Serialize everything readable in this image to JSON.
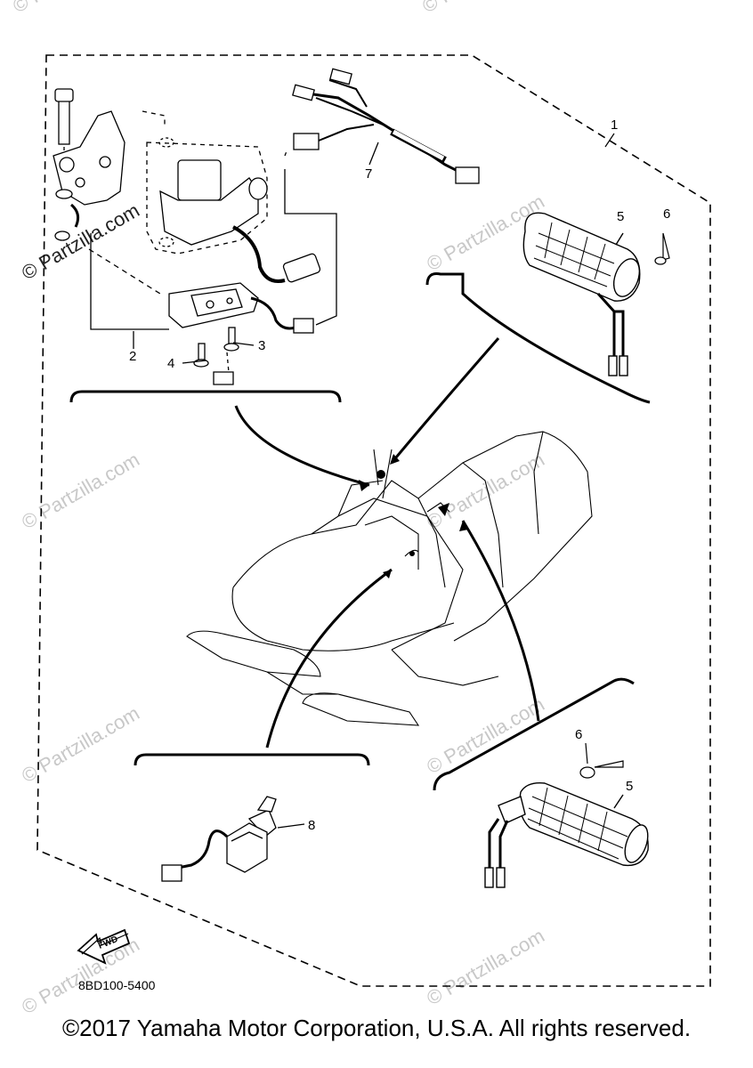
{
  "callouts": {
    "c1": "1",
    "c2": "2",
    "c3": "3",
    "c4": "4",
    "c5a": "5",
    "c5b": "5",
    "c6a": "6",
    "c6b": "6",
    "c7": "7",
    "c8": "8"
  },
  "fwd_label": "FWD",
  "diagram_code": "8BD100-5400",
  "watermark": "© Partzilla.com",
  "copyright": "©2017 Yamaha Motor Corporation, U.S.A. All rights reserved."
}
